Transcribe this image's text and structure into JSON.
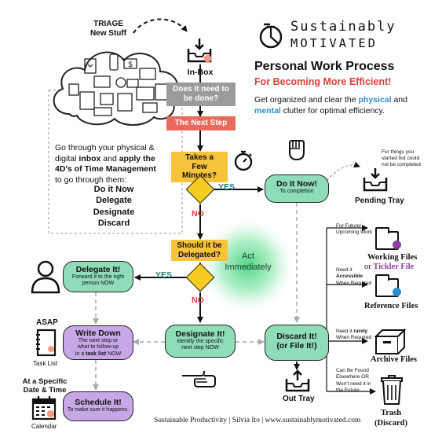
{
  "brand": {
    "line1": "Sustainably",
    "line2": "MOTIVATED",
    "title": "Personal Work Process",
    "subtitle": "For Becoming More Efficient!",
    "desc_pre": "Get organized and clear the ",
    "desc_physical": "physical",
    "desc_and": " and",
    "desc_mental": "mental",
    "desc_post": " clutter for optimal efficiency."
  },
  "triage": {
    "title_line1": "TRIAGE",
    "title_line2": "New Stuff",
    "p1": "Go through your physical &",
    "p2_pre": "digital ",
    "p2_bold": "inbox",
    "p2_mid": " and ",
    "p2_bold2": "apply the",
    "p3": "4D's of Time Management",
    "p4": "to go through them:",
    "items": [
      "Do it Now",
      "Delegate",
      "Designate",
      "Discard"
    ]
  },
  "flow": {
    "inbox": "In-Box",
    "q_done": "Does it need to be done?",
    "next_step": "The Next Step",
    "q_minutes_l1": "Takes a",
    "q_minutes_l2": "Few Minutes?",
    "q_delegated_l1": "Should it be",
    "q_delegated_l2": "Delegated?",
    "yes": "YES",
    "no": "NO",
    "act_l1": "Act",
    "act_l2": "Immediately"
  },
  "nodes": {
    "do_it": {
      "title": "Do It Now!",
      "sub": "To completion"
    },
    "delegate": {
      "title": "Delegate It!",
      "sub_l1": "Forward it to the right",
      "sub_l2": "person NOW"
    },
    "designate": {
      "title": "Designate It!",
      "sub_l1": "Identify the specific",
      "sub_l2": "next step NOW"
    },
    "discard": {
      "title_l1": "Discard It!",
      "title_l2": "(or File It!)"
    },
    "write_down": {
      "title": "Write Down",
      "sub_l1": "The next step or",
      "sub_l2": "what to follow-up",
      "sub_l3_pre": "in a ",
      "sub_l3_bold": "task list",
      "sub_l3_post": " NOW"
    },
    "schedule": {
      "title": "Schedule It!",
      "sub": "To make sure it happens."
    }
  },
  "left_labels": {
    "asap": "ASAP",
    "task_list": "Task List",
    "specific_l1": "At a Specific",
    "specific_l2": "Date & Time",
    "calendar": "Calendar"
  },
  "pending": {
    "note_l1": "For things you",
    "note_l2": "started but could",
    "note_l3": "not be completed",
    "label": "Pending Tray"
  },
  "right_side": {
    "future_l1": "For Future/",
    "future_l2": "Upcoming Work",
    "working": "Working Files",
    "or": "or ",
    "tickler": "Tickler File",
    "accessible_l1": "Need it",
    "accessible_l2": "Accessible",
    "accessible_l3": "When Required",
    "reference": "Reference Files",
    "rarely_pre": "Need it ",
    "rarely_bold": "rarely",
    "rarely_l2": "When Required",
    "archive": "Archive Files",
    "found_l1": "Can Be Found",
    "found_l2": "Elsewhere OR",
    "found_l3": "Won't need it in",
    "found_l4": "the Future",
    "trash_l1": "Trash",
    "trash_l2": "(Discard)",
    "out_tray": "Out Tray"
  },
  "footer": "Sustainable Productivity | Silvia Ito | www.sustainablymotivated.com",
  "colors": {
    "green": "#8fdcb9",
    "purple": "#c8a7e6",
    "yellow": "#f5cc1f",
    "red_accent": "#e05548",
    "blue_accent": "#2a8fc9",
    "purple_accent": "#8a3fa0",
    "glow": "#2ecf6a"
  },
  "icons": [
    "bicycle-logo-icon",
    "inbox-tray-icon",
    "stopwatch-icon",
    "fist-icon",
    "pending-tray-icon",
    "person-icon",
    "pointing-hand-icon",
    "notebook-icon",
    "calendar-icon",
    "folder-icon",
    "file-box-icon",
    "trash-can-icon",
    "out-tray-icon",
    "cloud-icon"
  ]
}
